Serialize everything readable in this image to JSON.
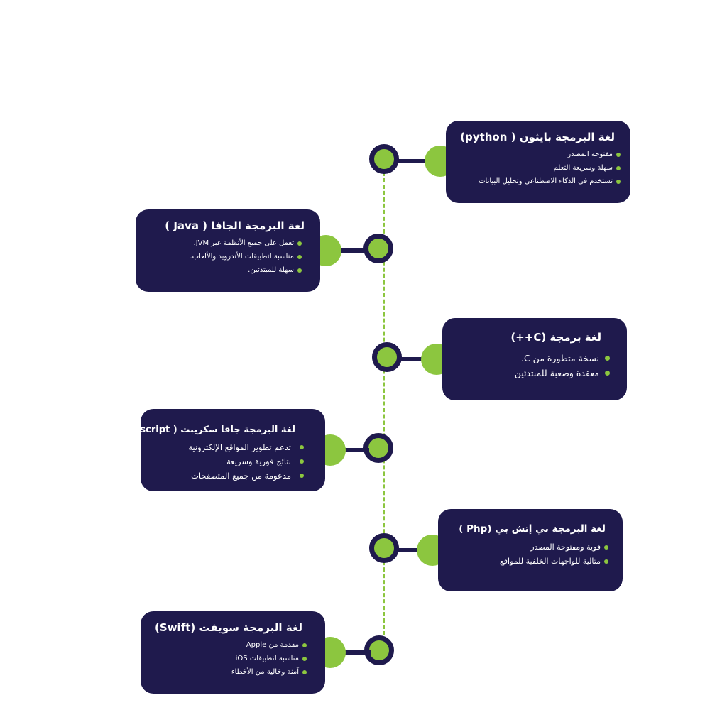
{
  "colors": {
    "navy": "#1f1a4d",
    "green": "#8cc63f",
    "background": "#ffffff"
  },
  "timeline": {
    "line_style": "dashed",
    "node_icon": "circle-node-icon"
  },
  "cards": [
    {
      "id": "python",
      "title": "لغة البرمجة بايثون ( python)",
      "items": [
        "مفتوحة المصدر",
        "سهلة وسريعة التعلم",
        "تستخدم في الذكاء الاصطناعي وتحليل البيانات"
      ]
    },
    {
      "id": "java",
      "title": "لغة البرمجة الجافا ( Java )",
      "items": [
        "تعمل على جميع الأنظمة عبر JVM.",
        "مناسبة لتطبيقات الأندرويد والألعاب.",
        "سهلة للمبتدئين."
      ]
    },
    {
      "id": "cpp",
      "title": "لغة برمجة (C++)",
      "items": [
        "نسخة متطورة من C.",
        "معقدة وصعبة للمبتدئين"
      ]
    },
    {
      "id": "javascript",
      "title": "لغة البرمجة جافا سكريبت ( Javascript)",
      "items": [
        "تدعم تطوير المواقع الإلكترونية",
        "نتائج فورية وسريعة",
        "مدعومة من جميع المتصفحات"
      ]
    },
    {
      "id": "php",
      "title": "لغة البرمجة بي إتش بي (Php )",
      "items": [
        "قوية ومفتوحة المصدر",
        "مثالية للواجهات الخلفية للمواقع"
      ]
    },
    {
      "id": "swift",
      "title": "لغة البرمجة سويفت (Swift)",
      "items": [
        "مقدمة من Apple",
        "مناسبة لتطبيقات iOS",
        "آمنة وخالية من الأخطاء"
      ]
    }
  ]
}
